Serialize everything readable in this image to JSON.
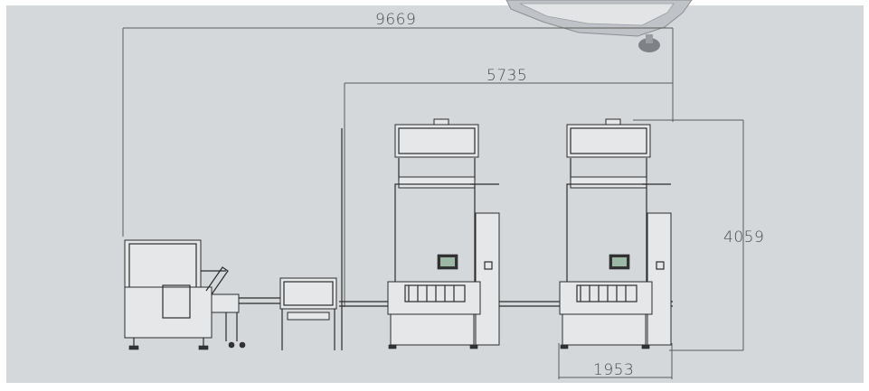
{
  "dimensions": {
    "overall_length": "9669",
    "line_length": "5735",
    "height": "4059",
    "machine_width": "1953"
  }
}
